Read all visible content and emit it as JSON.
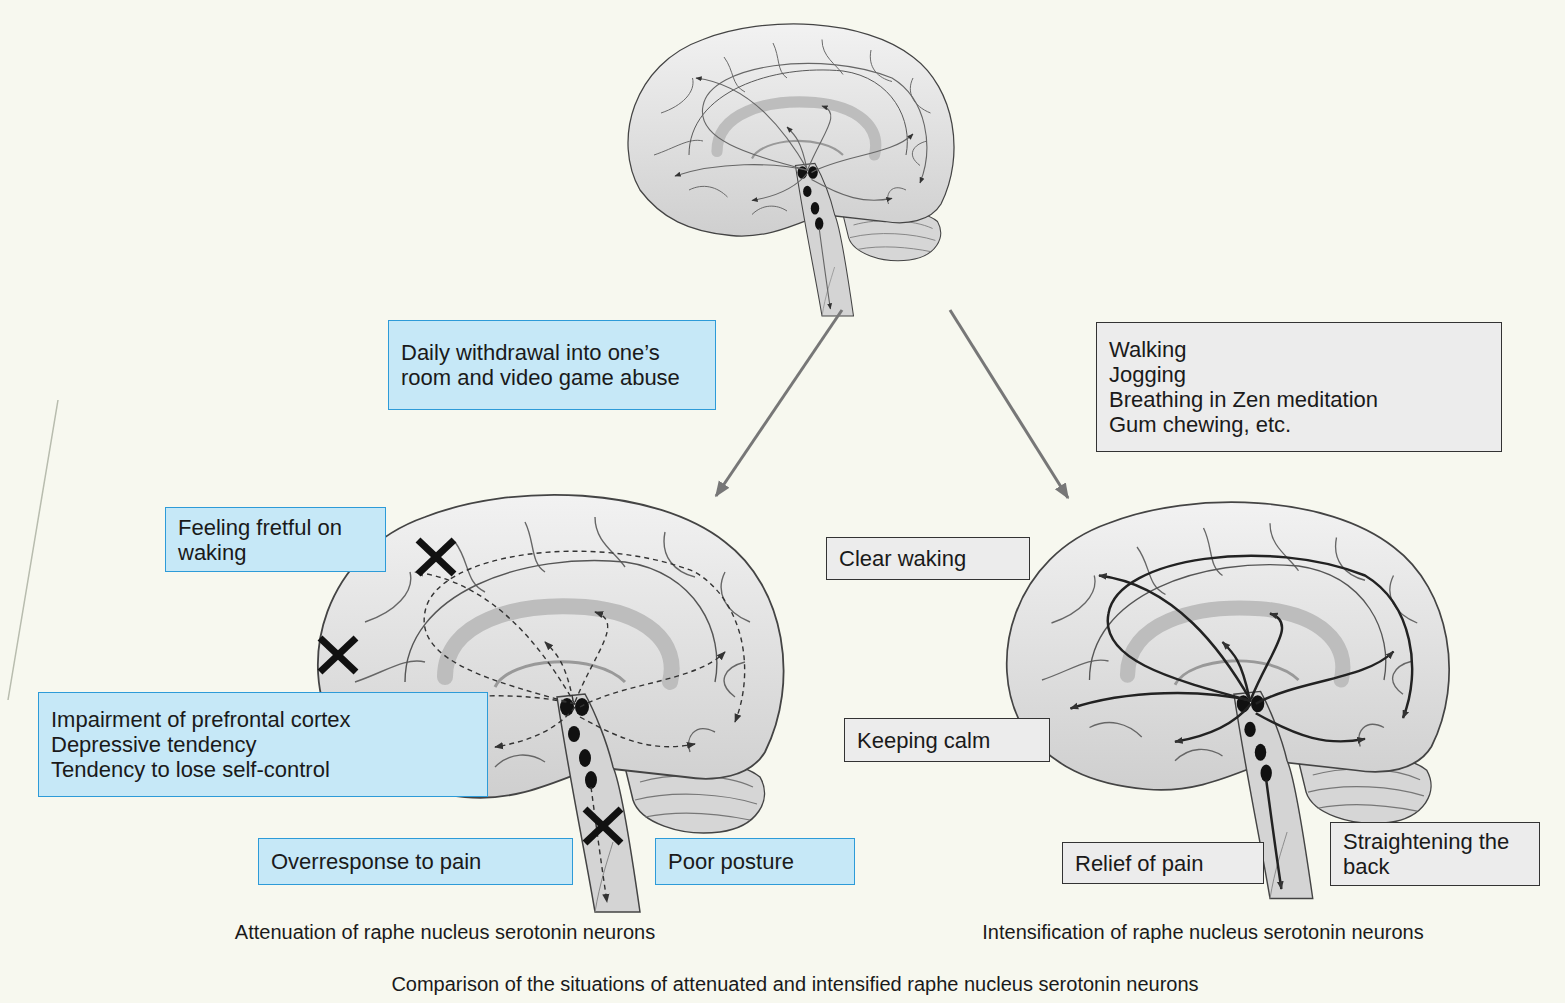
{
  "diagram": {
    "caption": "Comparison of the situations of attenuated and intensified raphe nucleus serotonin neurons",
    "nodes": [
      {
        "text": [
          "Daily withdrawal into one’s room and video game abuse"
        ]
      },
      {
        "text": [
          "Walking",
          "Jogging",
          "Breathing in Zen meditation",
          "Gum chewing, etc."
        ]
      },
      {
        "text": [
          "Feeling fretful on waking"
        ]
      },
      {
        "text": [
          "Clear waking"
        ]
      },
      {
        "text": [
          "Impairment of prefrontal cortex",
          "Depressive tendency",
          "Tendency to lose self-control"
        ]
      },
      {
        "text": [
          "Keeping calm"
        ]
      },
      {
        "text": [
          "Overresponse to pain"
        ]
      },
      {
        "text": [
          "Poor posture"
        ]
      },
      {
        "text": [
          "Relief of pain"
        ]
      },
      {
        "text": [
          "Straightening the back"
        ]
      }
    ],
    "labels": [
      "Attenuation of raphe nucleus serotonin neurons",
      "Intensification of raphe nucleus serotonin neurons"
    ]
  }
}
